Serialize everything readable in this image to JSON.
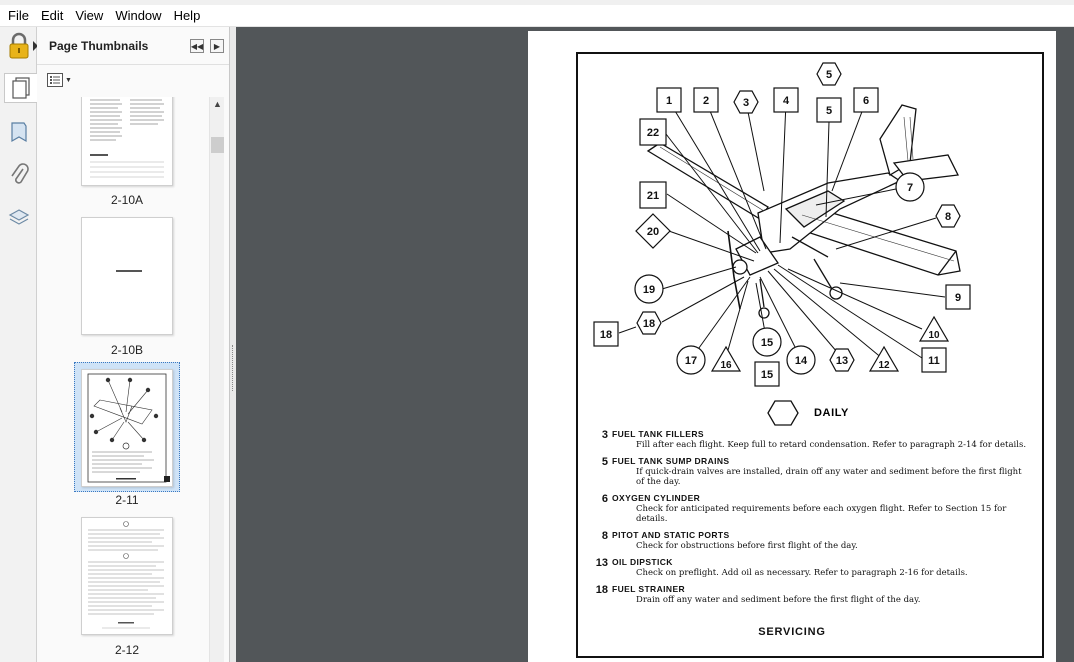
{
  "menu": [
    "File",
    "Edit",
    "View",
    "Window",
    "Help"
  ],
  "panel": {
    "title": "Page Thumbnails",
    "thumbnails": [
      {
        "label": "2-10A"
      },
      {
        "label": "2-10B"
      },
      {
        "label": "2-11"
      },
      {
        "label": "2-12"
      }
    ]
  },
  "diagram": {
    "callouts": [
      "1",
      "2",
      "3",
      "4",
      "5",
      "5",
      "6",
      "7",
      "8",
      "9",
      "10",
      "11",
      "12",
      "13",
      "14",
      "15",
      "15",
      "16",
      "17",
      "18",
      "18",
      "19",
      "20",
      "21",
      "22"
    ],
    "daily_label": "DAILY",
    "legend": [
      {
        "num": "3",
        "title": "FUEL TANK FILLERS",
        "text": [
          "Fill after each flight.  Keep full to retard condensation.  Refer to paragraph 2-14 for details."
        ]
      },
      {
        "num": "5",
        "title": "FUEL TANK SUMP DRAINS",
        "text": [
          "If quick-drain valves are installed, drain off any water and sediment before the first flight",
          "of the day."
        ]
      },
      {
        "num": "6",
        "title": "OXYGEN CYLINDER",
        "text": [
          "Check for anticipated requirements before each oxygen flight.  Refer to Section 15 for details."
        ]
      },
      {
        "num": "8",
        "title": "PITOT AND STATIC PORTS",
        "text": [
          "Check for obstructions before first flight of the day."
        ]
      },
      {
        "num": "13",
        "title": "OIL DIPSTICK",
        "text": [
          "Check on preflight.  Add oil as necessary.  Refer to paragraph 2-16 for details."
        ]
      },
      {
        "num": "18",
        "title": "FUEL STRAINER",
        "text": [
          "Drain off any water and sediment before the first flight of the day."
        ]
      }
    ],
    "footer": "SERVICING"
  }
}
